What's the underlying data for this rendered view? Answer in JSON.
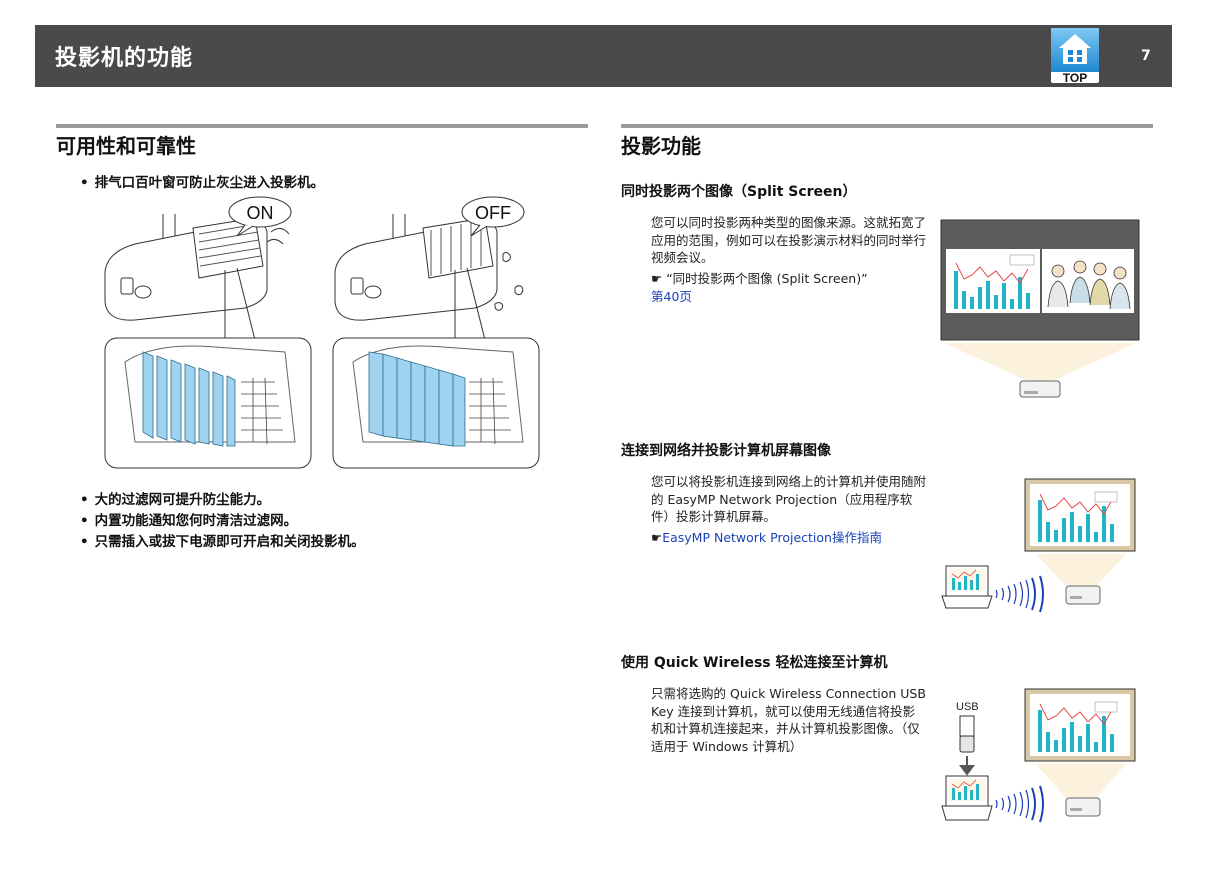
{
  "header": {
    "title": "投影机的功能",
    "top_label": "TOP",
    "page_number": "7"
  },
  "left": {
    "title": "可用性和可靠性",
    "bullet1": "排气口百叶窗可防止灰尘进入投影机。",
    "on_label": "ON",
    "off_label": "OFF",
    "bullets": [
      "大的过滤网可提升防尘能力。",
      "内置功能通知您何时清洁过滤网。",
      "只需插入或拔下电源即可开启和关闭投影机。"
    ]
  },
  "right": {
    "title": "投影功能",
    "split": {
      "heading": "同时投影两个图像（Split Screen）",
      "body": "您可以同时投影两种类型的图像来源。这就拓宽了应用的范围，例如可以在投影演示材料的同时举行视频会议。",
      "ref_symbol": "☛",
      "ref_text": "“同时投影两个图像 (Split Screen)”",
      "ref_link": "第40页"
    },
    "network": {
      "heading": "连接到网络并投影计算机屏幕图像",
      "body": "您可以将投影机连接到网络上的计算机并使用随附的 EasyMP Network Projection（应用程序软件）投影计算机屏幕。",
      "ref_symbol": "☛",
      "ref_link": "EasyMP Network Projection操作指南"
    },
    "wireless": {
      "heading": "使用 Quick Wireless 轻松连接至计算机",
      "body": "只需将选购的 Quick Wireless Connection USB Key 连接到计算机，就可以使用无线通信将投影机和计算机连接起来，并从计算机投影图像。（仅适用于 Windows 计算机）",
      "usb_label": "USB"
    }
  },
  "colors": {
    "header_bg": "#4a4a4a",
    "rule": "#9a9a9a",
    "link": "#1a3fb8",
    "filter_blue": "#9fd3ef",
    "chart_bar": "#22b5c6",
    "chart_line": "#e04a4a"
  }
}
